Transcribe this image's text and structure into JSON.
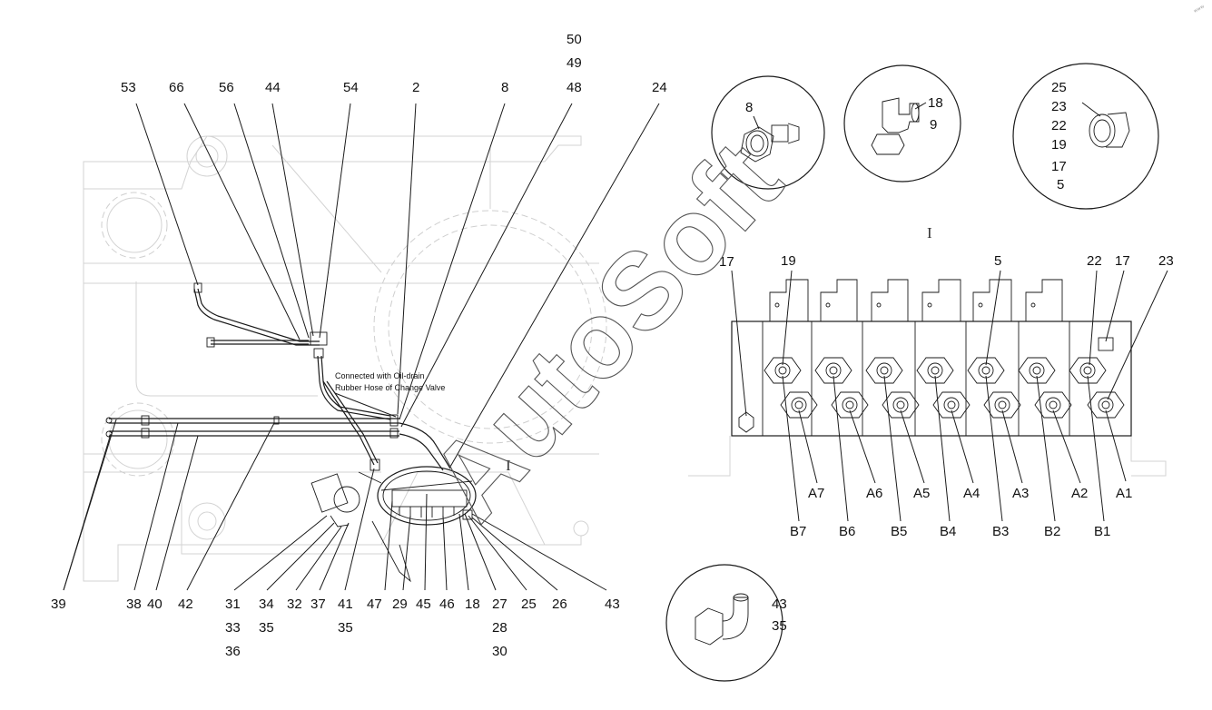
{
  "callouts_top": {
    "c53": "53",
    "c66": "66",
    "c56": "56",
    "c44": "44",
    "c54": "54",
    "c2": "2",
    "c8": "8",
    "c48": "48",
    "c49": "49",
    "c50": "50",
    "c24": "24"
  },
  "callouts_bottom": {
    "c39": "39",
    "c38": "38",
    "c40": "40",
    "c42": "42",
    "c31": "31",
    "c33": "33",
    "c36": "36",
    "c34": "34",
    "c35a": "35",
    "c32": "32",
    "c37": "37",
    "c41": "41",
    "c35b": "35",
    "c47": "47",
    "c29": "29",
    "c45": "45",
    "c46": "46",
    "c18": "18",
    "c27": "27",
    "c28": "28",
    "c30": "30",
    "c25": "25",
    "c26": "26",
    "c43": "43"
  },
  "note": {
    "line1": "Connected with Oil-drain",
    "line2": "Rubber Hose of Change Valve"
  },
  "section_mark": "I",
  "detail_8": {
    "label": "8"
  },
  "detail_18_9": {
    "l1": "18",
    "l2": "9"
  },
  "detail_stack": {
    "l1": "25",
    "l2": "23",
    "l3": "22",
    "l4": "19",
    "l5": "17",
    "l6": "5"
  },
  "detail_43_35": {
    "l1": "43",
    "l2": "35"
  },
  "valve_view": {
    "title": "I",
    "top_labels": {
      "v17a": "17",
      "v19": "19",
      "v5": "5",
      "v22": "22",
      "v17b": "17",
      "v23": "23"
    },
    "a_ports": [
      "A7",
      "A6",
      "A5",
      "A4",
      "A3",
      "A2",
      "A1"
    ],
    "b_ports": [
      "B7",
      "B6",
      "B5",
      "B4",
      "B3",
      "B2",
      "B1"
    ]
  },
  "watermark": {
    "text": "AutoSoft",
    "corner": "www"
  }
}
